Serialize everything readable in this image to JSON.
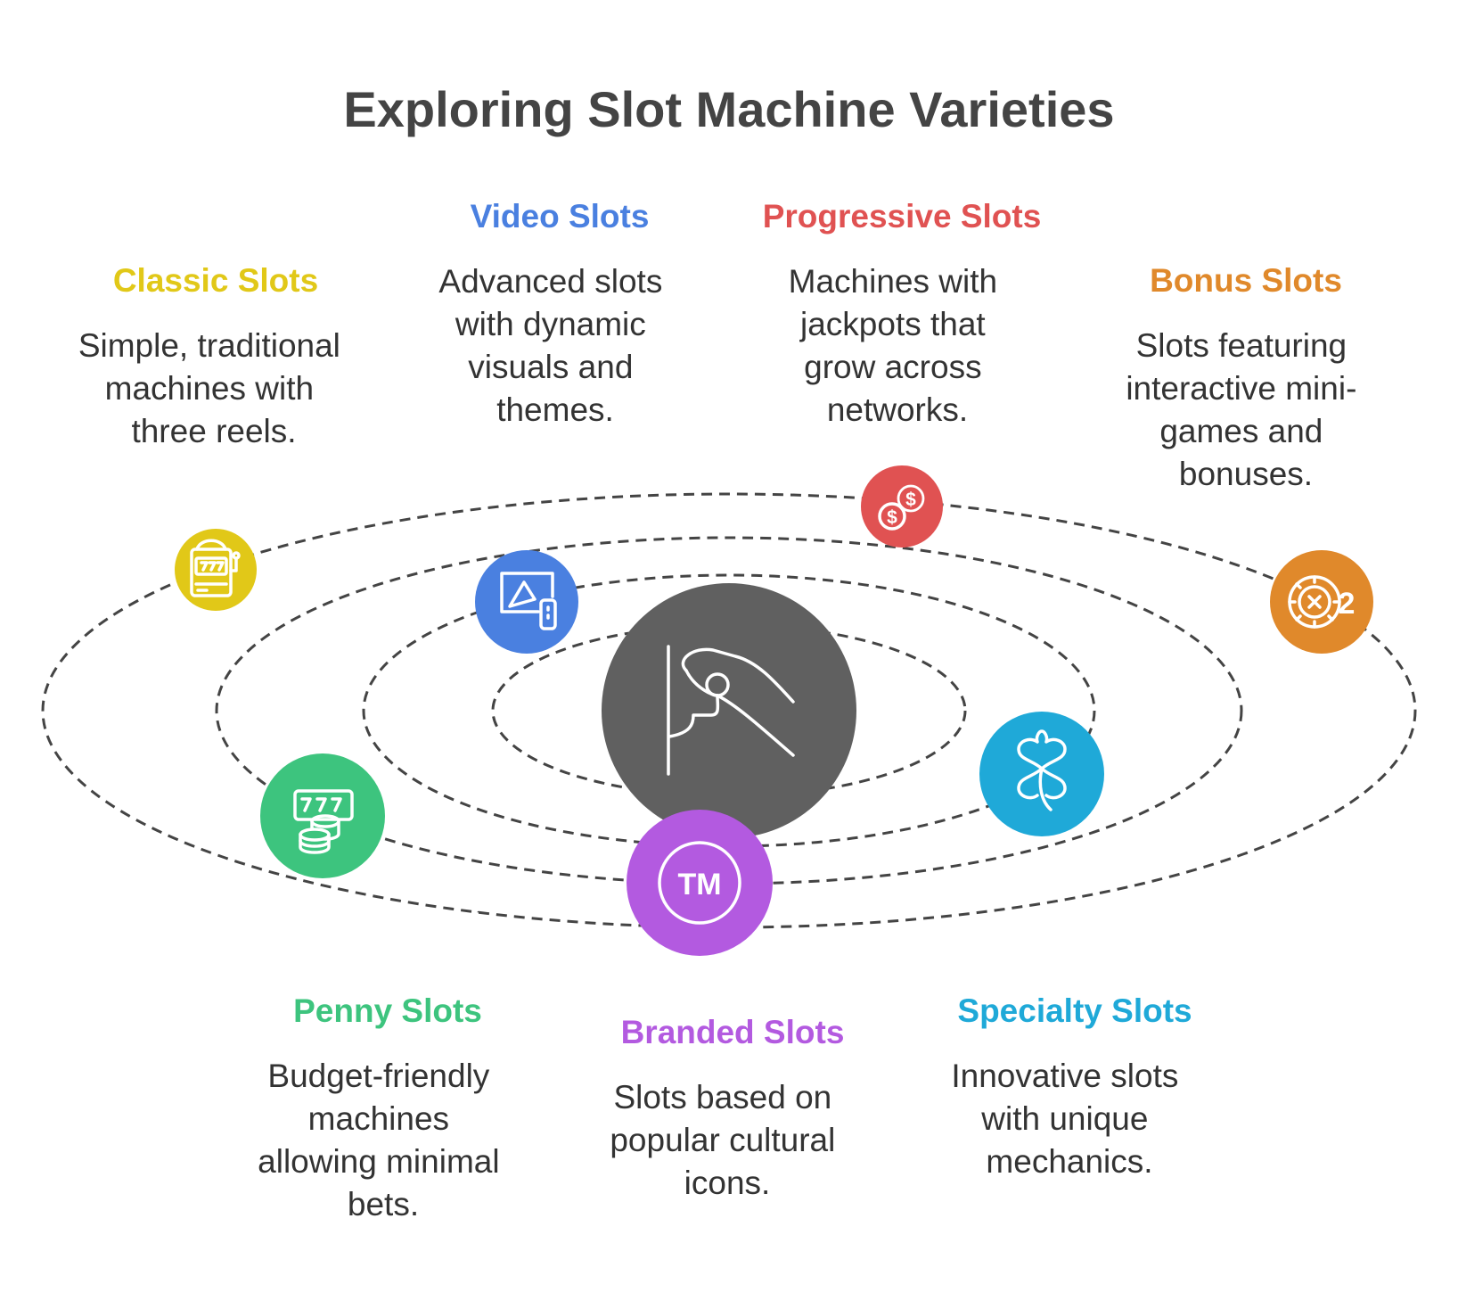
{
  "title": "Exploring Slot Machine Varieties",
  "center": {
    "icon": "hand-pulling-slot-lever-icon",
    "color": "#606060"
  },
  "items": [
    {
      "id": "classic",
      "label": "Classic Slots",
      "color": "#E1C818",
      "icon": "slot-machine-icon",
      "desc": [
        "Simple, traditional",
        "machines with",
        "three reels."
      ]
    },
    {
      "id": "video",
      "label": "Video Slots",
      "color": "#4A80E0",
      "icon": "video-screen-icon",
      "desc": [
        "Advanced slots",
        "with dynamic",
        "visuals and",
        "themes."
      ]
    },
    {
      "id": "progressive",
      "label": "Progressive Slots",
      "color": "#E05252",
      "icon": "coins-dollar-icon",
      "desc": [
        "Machines with",
        "jackpots that",
        "grow across",
        "networks."
      ]
    },
    {
      "id": "bonus",
      "label": "Bonus Slots",
      "color": "#E0892B",
      "icon": "roulette-multiplier-icon",
      "desc": [
        "Slots featuring",
        "interactive mini-",
        "games and",
        "bonuses."
      ]
    },
    {
      "id": "penny",
      "label": "Penny Slots",
      "color": "#3DC47E",
      "icon": "coins-777-icon",
      "desc": [
        "Budget-friendly",
        "machines",
        "allowing minimal",
        "bets."
      ]
    },
    {
      "id": "branded",
      "label": "Branded Slots",
      "color": "#B35AE0",
      "icon": "trademark-icon",
      "icon_text": "TM",
      "desc": [
        "Slots based on",
        "popular cultural",
        "icons."
      ]
    },
    {
      "id": "specialty",
      "label": "Specialty Slots",
      "color": "#1FA9D8",
      "icon": "four-leaf-clover-icon",
      "desc": [
        "Innovative slots",
        "with unique",
        "mechanics."
      ]
    }
  ]
}
